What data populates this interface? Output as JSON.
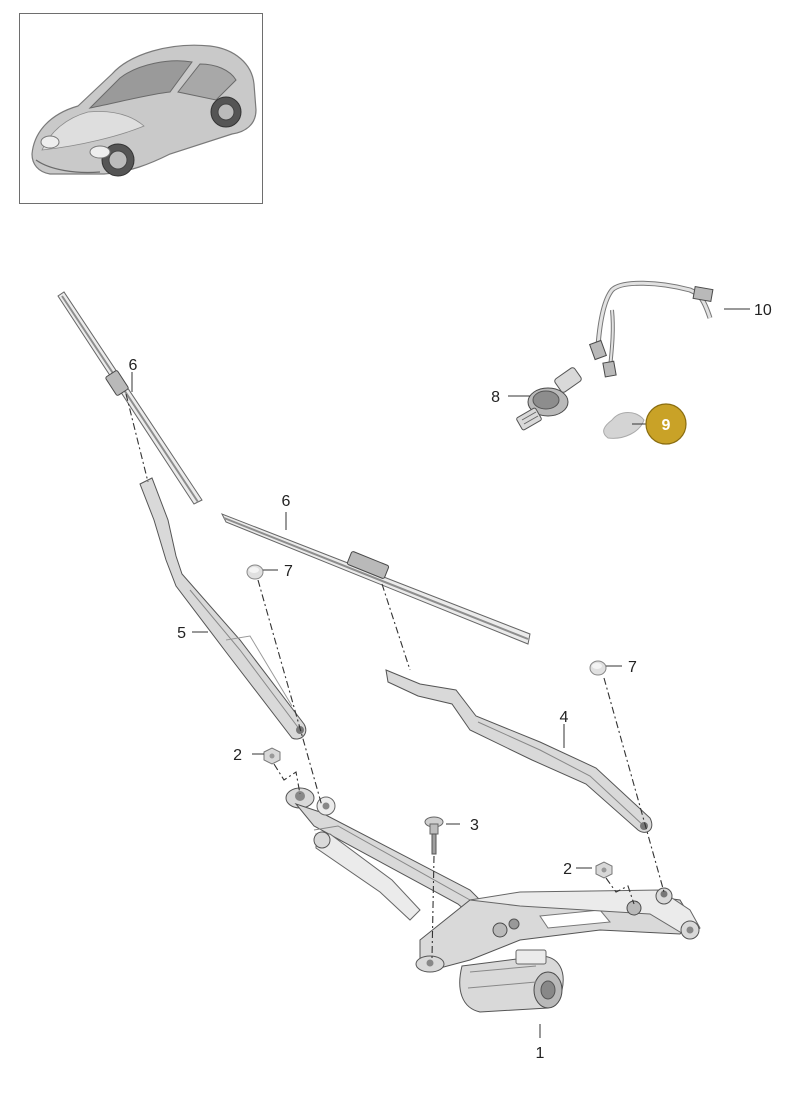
{
  "callouts": {
    "c1": "1",
    "c2a": "2",
    "c2b": "2",
    "c3": "3",
    "c4": "4",
    "c5": "5",
    "c6a": "6",
    "c6b": "6",
    "c7a": "7",
    "c7b": "7",
    "c8": "8",
    "c9": "9",
    "c10": "10"
  },
  "colors": {
    "badge_fill": "#c9a227",
    "badge_stroke": "#8a6d10",
    "part_fill": "#d9d9d9",
    "line": "#333333"
  },
  "icons": {
    "thumbnail": "sports-car-thumbnail",
    "highlight_badge": "gold-circle-badge"
  }
}
